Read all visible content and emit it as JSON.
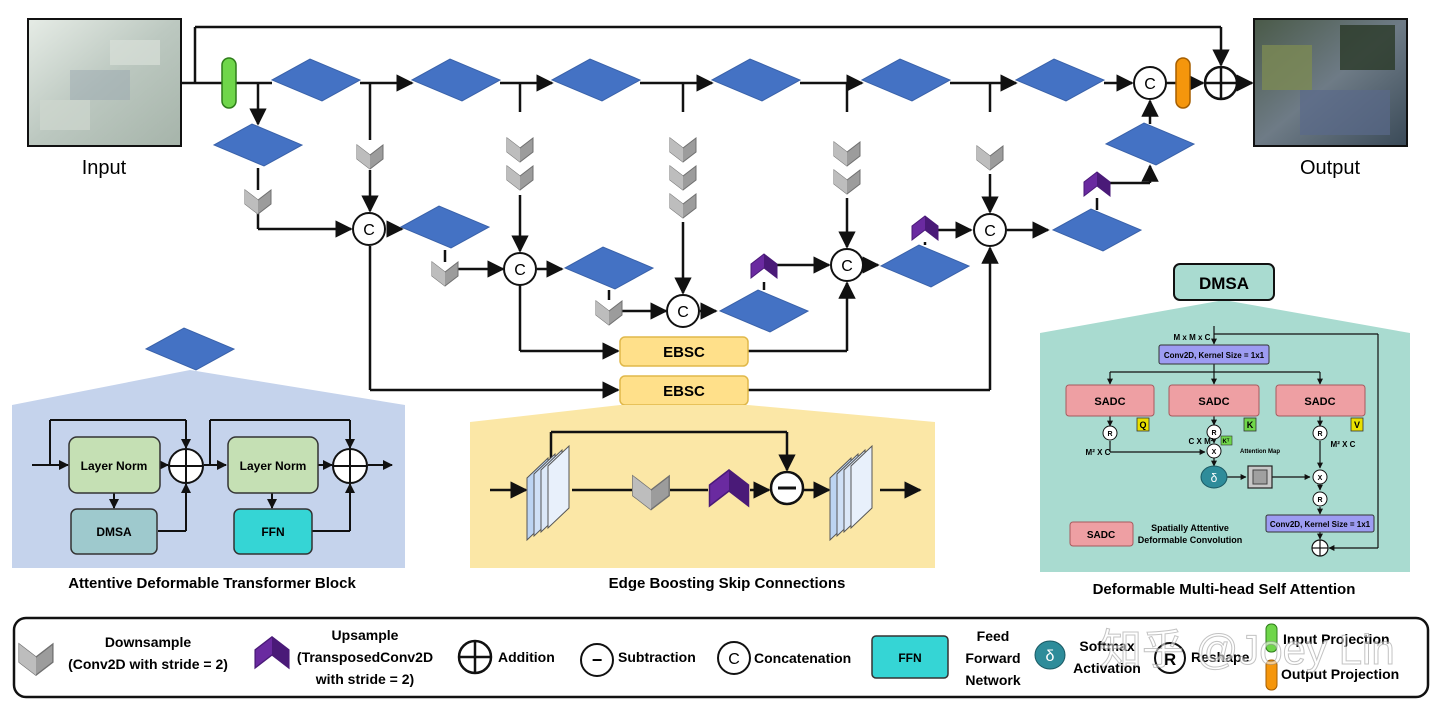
{
  "labels": {
    "input": "Input",
    "output": "Output",
    "concat": "C",
    "ebsc": "EBSC",
    "subtract": "−"
  },
  "adtb": {
    "title": "Attentive Deformable Transformer Block",
    "layer_norm": "Layer Norm",
    "dmsa": "DMSA",
    "ffn": "FFN"
  },
  "ebsc_panel": {
    "title": "Edge Boosting Skip Connections"
  },
  "dmsa_panel": {
    "title": "Deformable Multi-head Self Attention",
    "header": "DMSA",
    "mxmxc": "M x M x C",
    "conv_top": "Conv2D, Kernel Size = 1x1",
    "conv_bottom": "Conv2D, Kernel Size = 1x1",
    "sadc": "SADC",
    "q": "Q",
    "k": "K",
    "v": "V",
    "kt": "Kᵀ",
    "r": "R",
    "x": "X",
    "delta": "δ",
    "m2xc_left": "M² X C",
    "cxm2": "C X M²",
    "m2xc_right": "M² X C",
    "attention_map": "Attention Map",
    "legend_sadc": "SADC",
    "legend_text_1": "Spatially Attentive",
    "legend_text_2": "Deformable Convolution"
  },
  "legend": {
    "downsample_1": "Downsample",
    "downsample_2": "(Conv2D with stride = 2)",
    "upsample_1": "Upsample",
    "upsample_2": "(TransposedConv2D",
    "upsample_3": "with stride = 2)",
    "addition": "Addition",
    "subtraction": "Subtraction",
    "subtraction_symbol": "−",
    "concat_symbol": "C",
    "concatenation": "Concatenation",
    "ffn": "FFN",
    "ffn_1": "Feed",
    "ffn_2": "Forward",
    "ffn_3": "Network",
    "softmax_symbol": "δ",
    "softmax_1": "Softmax",
    "softmax_2": "Activation",
    "reshape_symbol": "R",
    "reshape": "Reshape",
    "input_projection": "Input Projection",
    "output_projection": "Output Projection"
  },
  "watermark": "知乎 @Joey Lin",
  "colors": {
    "block_blue": "#4472c4",
    "ebsc_fill": "#ffe08a",
    "adtb_bg": "#c5d3ec",
    "ebsc_bg": "#fbe7a6",
    "dmsa_bg": "#a9dbd0",
    "upsample": "#6a2aa0",
    "downsample": "#9a9a9a",
    "input_proj": "#6fd64a",
    "output_proj": "#f5960c",
    "sadc": "#ee9fa3",
    "conv": "#9d9cf2",
    "ffn_cyan": "#35d5d5"
  }
}
